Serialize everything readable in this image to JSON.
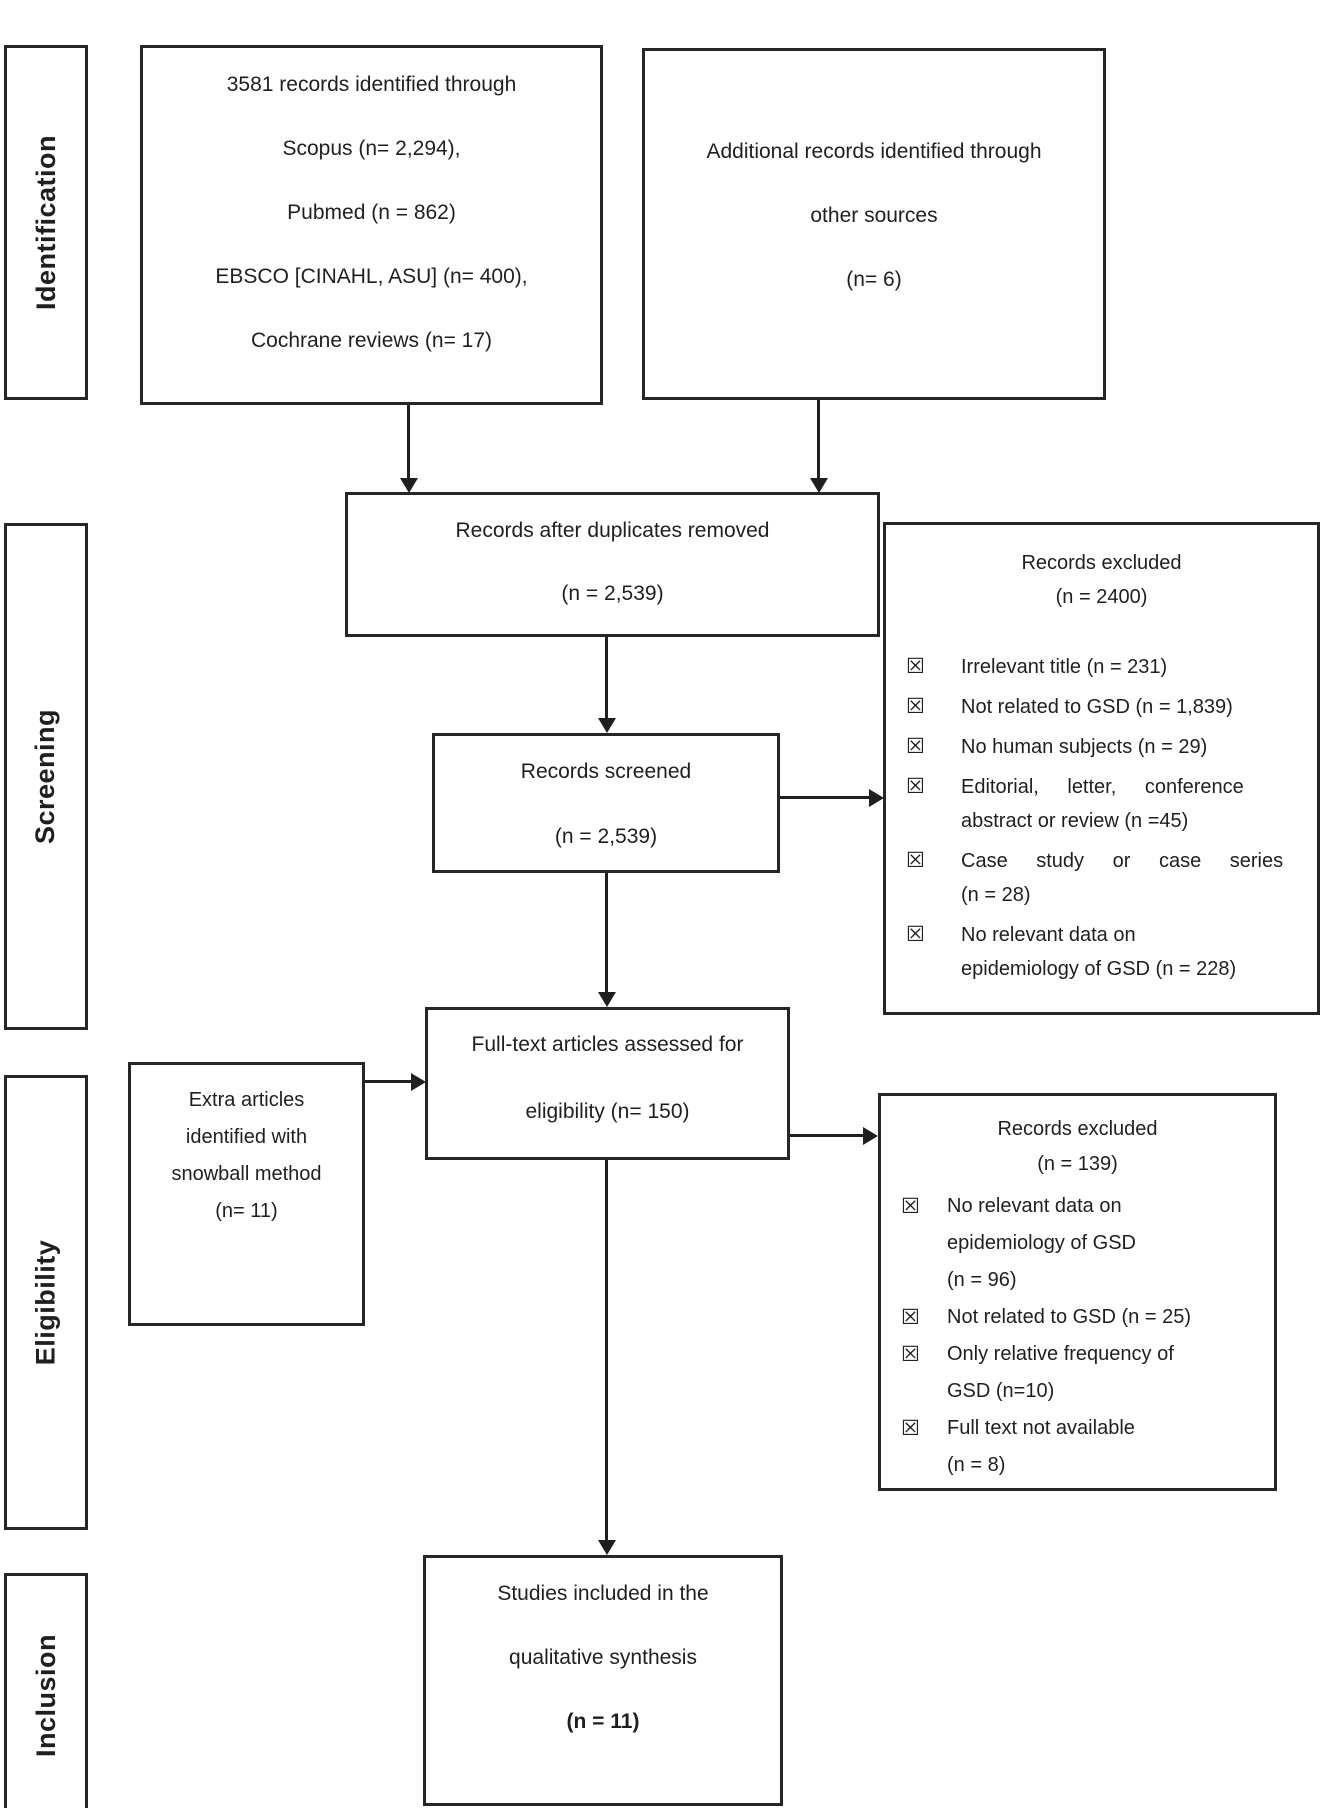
{
  "stages": [
    {
      "label": "Identification"
    },
    {
      "label": "Screening"
    },
    {
      "label": "Eligibility"
    },
    {
      "label": "Inclusion"
    }
  ],
  "boxes": {
    "identified": {
      "lines": [
        "3581 records identified through",
        "Scopus (n= 2,294),",
        "Pubmed (n = 862)",
        "EBSCO [CINAHL, ASU] (n= 400),",
        "Cochrane reviews (n= 17)"
      ]
    },
    "additional": {
      "lines": [
        "Additional records identified through",
        "other sources",
        "(n= 6)"
      ]
    },
    "duplicates_removed": {
      "lines": [
        "Records after duplicates removed",
        "(n = 2,539)"
      ]
    },
    "screened": {
      "lines": [
        "Records screened",
        "(n = 2,539)"
      ]
    },
    "screening_excluded": {
      "title": "Records excluded",
      "count": "(n = 2400)",
      "items": [
        {
          "lines": [
            "Irrelevant title (n = 231)"
          ]
        },
        {
          "lines": [
            "Not related to GSD (n = 1,839)"
          ]
        },
        {
          "lines": [
            "No human subjects (n = 29)"
          ]
        },
        {
          "lines": [
            "Editorial, letter, conference",
            "abstract or review (n =45)"
          ],
          "justify": true
        },
        {
          "lines": [
            "Case study or case series",
            "(n = 28)"
          ],
          "justify": true
        },
        {
          "lines": [
            "No relevant data on",
            "epidemiology of GSD (n = 228)"
          ]
        }
      ]
    },
    "fulltext": {
      "lines": [
        "Full-text articles assessed for",
        "eligibility (n= 150)"
      ]
    },
    "snowball": {
      "lines": [
        "Extra articles",
        "identified with",
        "snowball method",
        "(n= 11)"
      ]
    },
    "eligibility_excluded": {
      "title": "Records excluded",
      "count": "(n = 139)",
      "items": [
        {
          "lines": [
            "No relevant data on",
            "epidemiology of GSD",
            "(n = 96)"
          ]
        },
        {
          "lines": [
            "Not related to GSD (n = 25)"
          ]
        },
        {
          "lines": [
            "Only relative frequency of",
            "GSD (n=10)"
          ]
        },
        {
          "lines": [
            "Full text not available",
            "(n = 8)"
          ]
        }
      ]
    },
    "included": {
      "lines": [
        "Studies included in the",
        "qualitative synthesis"
      ],
      "bold_line": "(n = 11)"
    }
  },
  "icons": {
    "bullet": "☒"
  },
  "colors": {
    "ink": "#1f1f1f",
    "border": "#262626",
    "background": "#ffffff"
  }
}
